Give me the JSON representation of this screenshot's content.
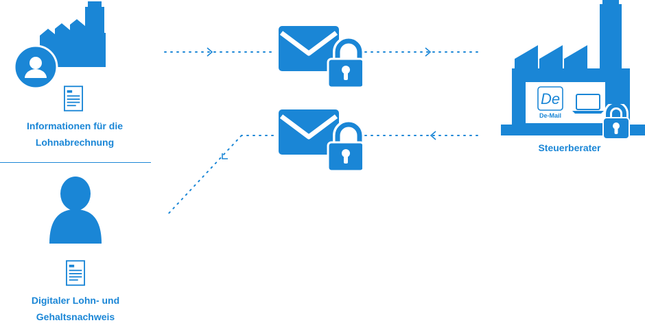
{
  "colors": {
    "primary": "#1a86d6",
    "background": "#ffffff"
  },
  "company_block": {
    "icons": [
      "factory-icon",
      "user-avatar-icon",
      "document-icon"
    ],
    "label_line1": "Informationen für die",
    "label_line2": "Lohnabrechnung"
  },
  "employee_block": {
    "icons": [
      "person-icon",
      "document-icon"
    ],
    "label_line1": "Digitaler Lohn- und",
    "label_line2": "Gehaltsnachweis"
  },
  "messages": {
    "icons": [
      "locked-mail-icon",
      "locked-mail-icon"
    ]
  },
  "tax_advisor_block": {
    "icons": [
      "factory-icon",
      "demail-logo",
      "laptop-icon",
      "lock-icon"
    ],
    "demail_logo_text": "De",
    "demail_caption": "De-Mail",
    "label": "Steuerberater"
  }
}
